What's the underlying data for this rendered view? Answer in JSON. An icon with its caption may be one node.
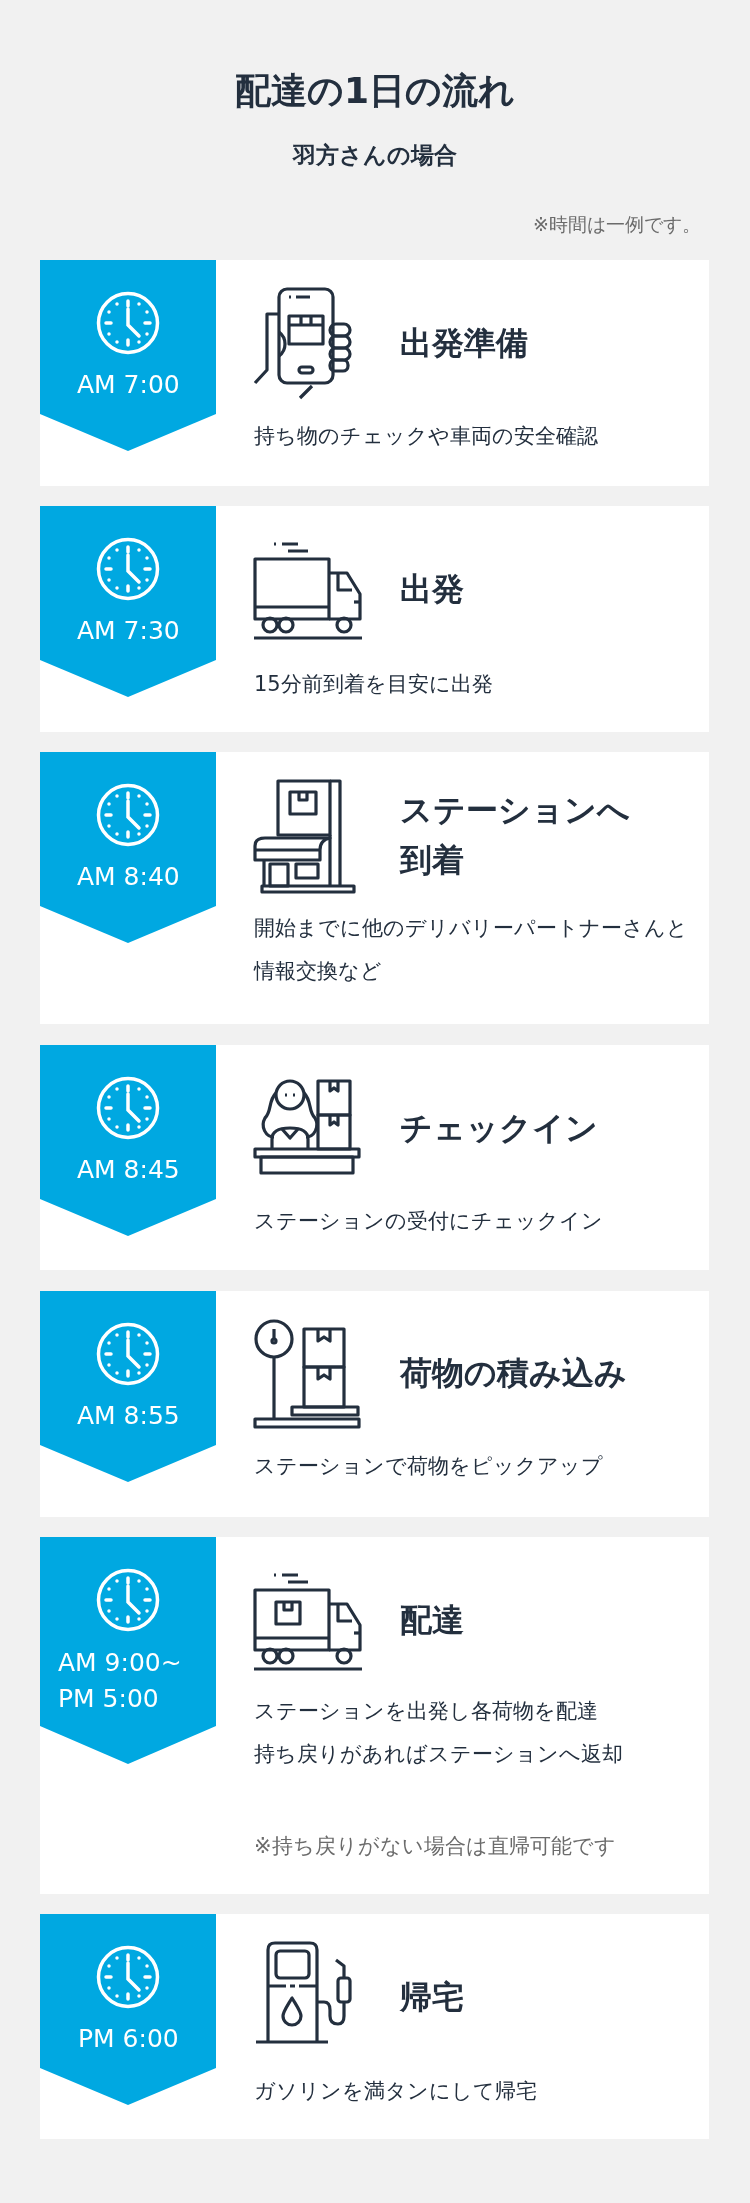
{
  "diagram": {
    "title": "配達の1日の流れ",
    "nodes": [
      {
        "text": [
          "出発準備",
          "持ち物のチェックや車両の安全確認"
        ]
      },
      {
        "text": [
          "AM 7:00"
        ],
        "in": 0
      },
      {
        "text": [
          "出発",
          "15分前到着を目安に出発"
        ]
      },
      {
        "text": [
          "AM 7:30"
        ],
        "in": 2
      },
      {
        "text": [
          "ステーションへ到着",
          "開始までに他のデリバリーパートナーさんと情報交換など"
        ]
      },
      {
        "text": [
          "AM 8:40"
        ],
        "in": 4
      },
      {
        "text": [
          "チェックイン",
          "ステーションの受付にチェックイン"
        ]
      },
      {
        "text": [
          "AM 8:45"
        ],
        "in": 6
      },
      {
        "text": [
          "荷物の積み込み",
          "ステーションで荷物をピックアップ"
        ]
      },
      {
        "text": [
          "AM 8:55"
        ],
        "in": 8
      },
      {
        "text": [
          "配達",
          "ステーションを出発し各荷物を配達",
          "持ち戻りがあればステーションへ返却",
          "※持ち戻りがない場合は直帰可能です"
        ]
      },
      {
        "text": [
          "AM 9:00~ PM 5:00"
        ],
        "in": 10
      },
      {
        "text": [
          "帰宅",
          "ガソリンを満タンにして帰宅"
        ]
      },
      {
        "text": [
          "PM 6:00"
        ],
        "in": 12
      }
    ],
    "labels": [
      "羽方さんの場合",
      "※時間は一例です。"
    ]
  }
}
